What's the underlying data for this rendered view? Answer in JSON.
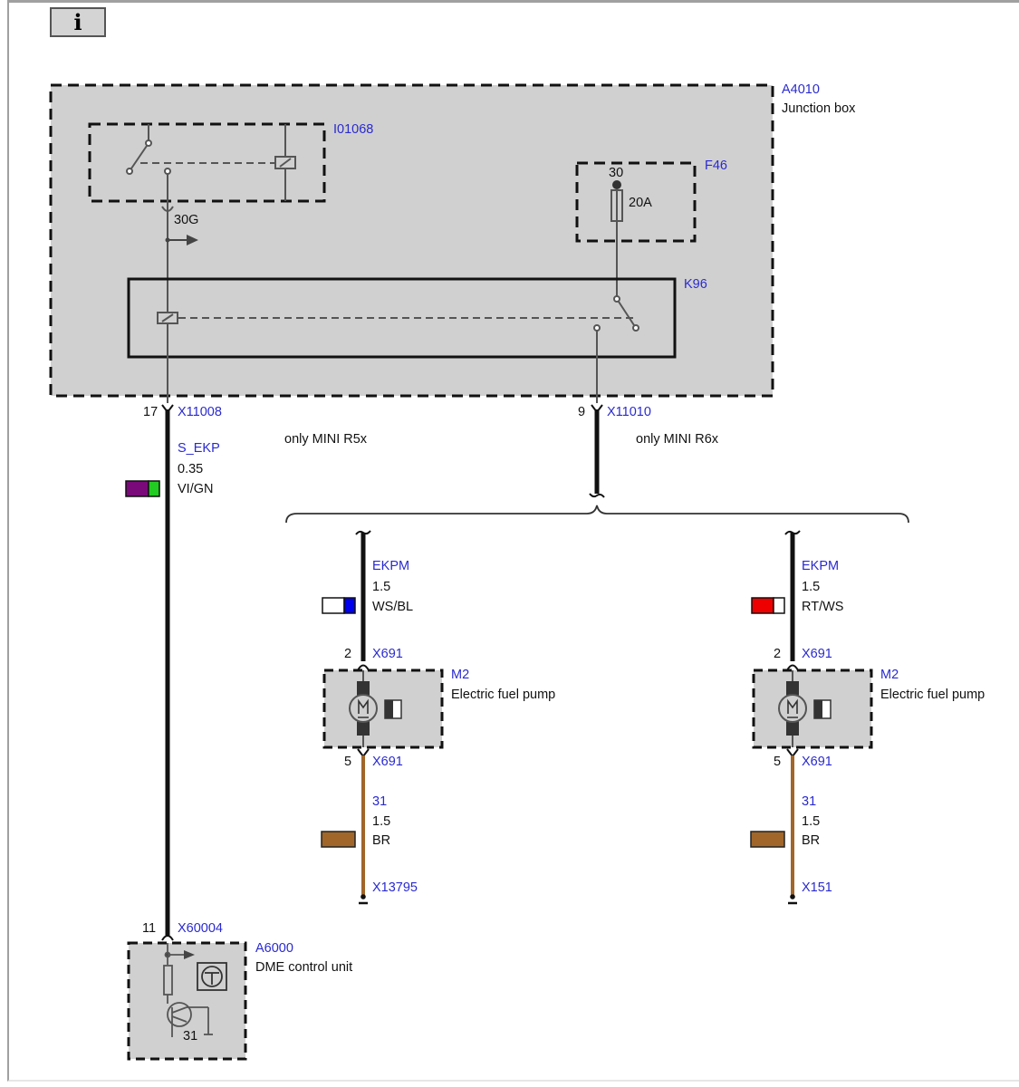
{
  "toolbar": {
    "info_button": "i",
    "info_icon": "info-icon"
  },
  "junction_box": {
    "id": "A4010",
    "name": "Junction box"
  },
  "relay_i01068": {
    "id": "I01068",
    "output_terminal": "30G"
  },
  "fuse": {
    "id": "F46",
    "terminal": "30",
    "rating": "20A"
  },
  "relay_k96": {
    "id": "K96"
  },
  "connectors": {
    "x11008": {
      "pin": "17",
      "id": "X11008"
    },
    "x11010": {
      "pin": "9",
      "id": "X11010"
    },
    "x60004": {
      "pin": "11",
      "id": "X60004"
    }
  },
  "wire_s_ekp": {
    "signal": "S_EKP",
    "gauge": "0.35",
    "color_code": "VI/GN",
    "colors": [
      "#7a0a7a",
      "#22cc22"
    ]
  },
  "variants": {
    "r5x": "only MINI R5x",
    "r6x": "only MINI R6x"
  },
  "branches": [
    {
      "wire": {
        "signal": "EKPM",
        "gauge": "1.5",
        "color_code": "WS/BL",
        "colors": [
          "#ffffff",
          "#0000ee"
        ]
      },
      "top_connector": {
        "pin": "2",
        "id": "X691"
      },
      "component": {
        "id": "M2",
        "name": "Electric fuel pump"
      },
      "bottom_connector": {
        "pin": "5",
        "id": "X691"
      },
      "ground_wire": {
        "signal": "31",
        "gauge": "1.5",
        "color_code": "BR",
        "colors": [
          "#a0662a"
        ]
      },
      "ground_point": "X13795"
    },
    {
      "wire": {
        "signal": "EKPM",
        "gauge": "1.5",
        "color_code": "RT/WS",
        "colors": [
          "#ee0000",
          "#ffffff"
        ]
      },
      "top_connector": {
        "pin": "2",
        "id": "X691"
      },
      "component": {
        "id": "M2",
        "name": "Electric fuel pump"
      },
      "bottom_connector": {
        "pin": "5",
        "id": "X691"
      },
      "ground_wire": {
        "signal": "31",
        "gauge": "1.5",
        "color_code": "BR",
        "colors": [
          "#a0662a"
        ]
      },
      "ground_point": "X151"
    }
  ],
  "dme": {
    "id": "A6000",
    "name": "DME control unit",
    "ground_terminal": "31"
  },
  "colors": {
    "label_blue": "#2a2ad0",
    "component_fill": "#d0d0d0",
    "brown_wire": "#a0662a"
  }
}
